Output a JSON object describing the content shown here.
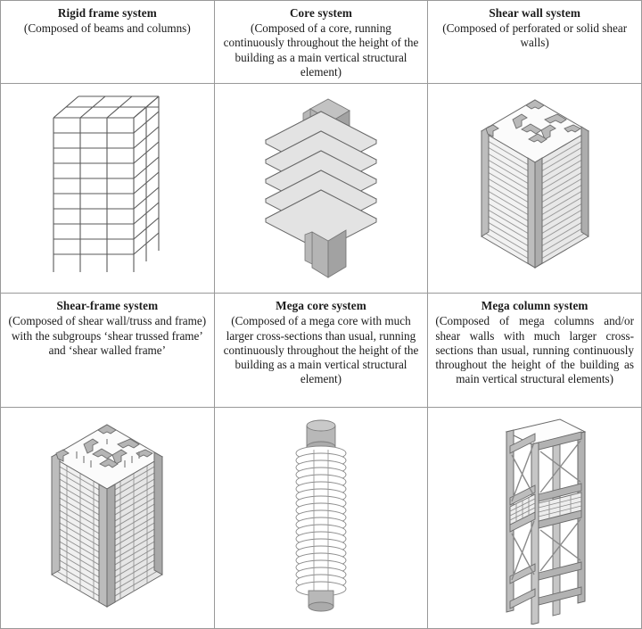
{
  "figure": {
    "name": "structural-systems-matrix",
    "columns": 3,
    "rows": 4,
    "border_color": "#999999",
    "line_color": "#555555",
    "fill_light": "#ffffff",
    "fill_mid": "#c9c9c9",
    "fill_dark": "#a0a0a0"
  },
  "cells": [
    {
      "id": "rigid-frame-system",
      "title": "Rigid frame system",
      "description": "(Composed of beams and columns)",
      "justified": false,
      "illustration": "rigid-frame-isometric-grid-diagram"
    },
    {
      "id": "core-system",
      "title": "Core system",
      "description": "(Composed of a core, running continuously throughout the height of the building as a main vertical structural element)",
      "justified": false,
      "illustration": "core-stacked-slabs-isometric-diagram"
    },
    {
      "id": "shear-wall-system",
      "title": "Shear wall system",
      "description": "(Composed of perforated or solid shear walls)",
      "justified": false,
      "illustration": "shear-wall-tower-isometric-diagram"
    },
    {
      "id": "shear-frame-system",
      "title": "Shear-frame system",
      "description": "(Composed of shear wall/truss and frame) with the subgroups ‘shear trussed frame’ and ‘shear walled frame’",
      "justified": false,
      "illustration": "shear-frame-tower-isometric-diagram"
    },
    {
      "id": "mega-core-system",
      "title": "Mega core system",
      "description": "(Composed of a mega core with much larger cross-sections than usual, running continuously throughout the height of the building as a main vertical structural element)",
      "justified": false,
      "illustration": "mega-core-cylindrical-tower-diagram"
    },
    {
      "id": "mega-column-system",
      "title": "Mega column system",
      "description": "(Composed of mega columns and/or shear walls with much larger cross-sections than usual, running continuously throughout the height of the building as main vertical structural elements)",
      "justified": true,
      "illustration": "mega-column-braced-frame-diagram"
    }
  ]
}
